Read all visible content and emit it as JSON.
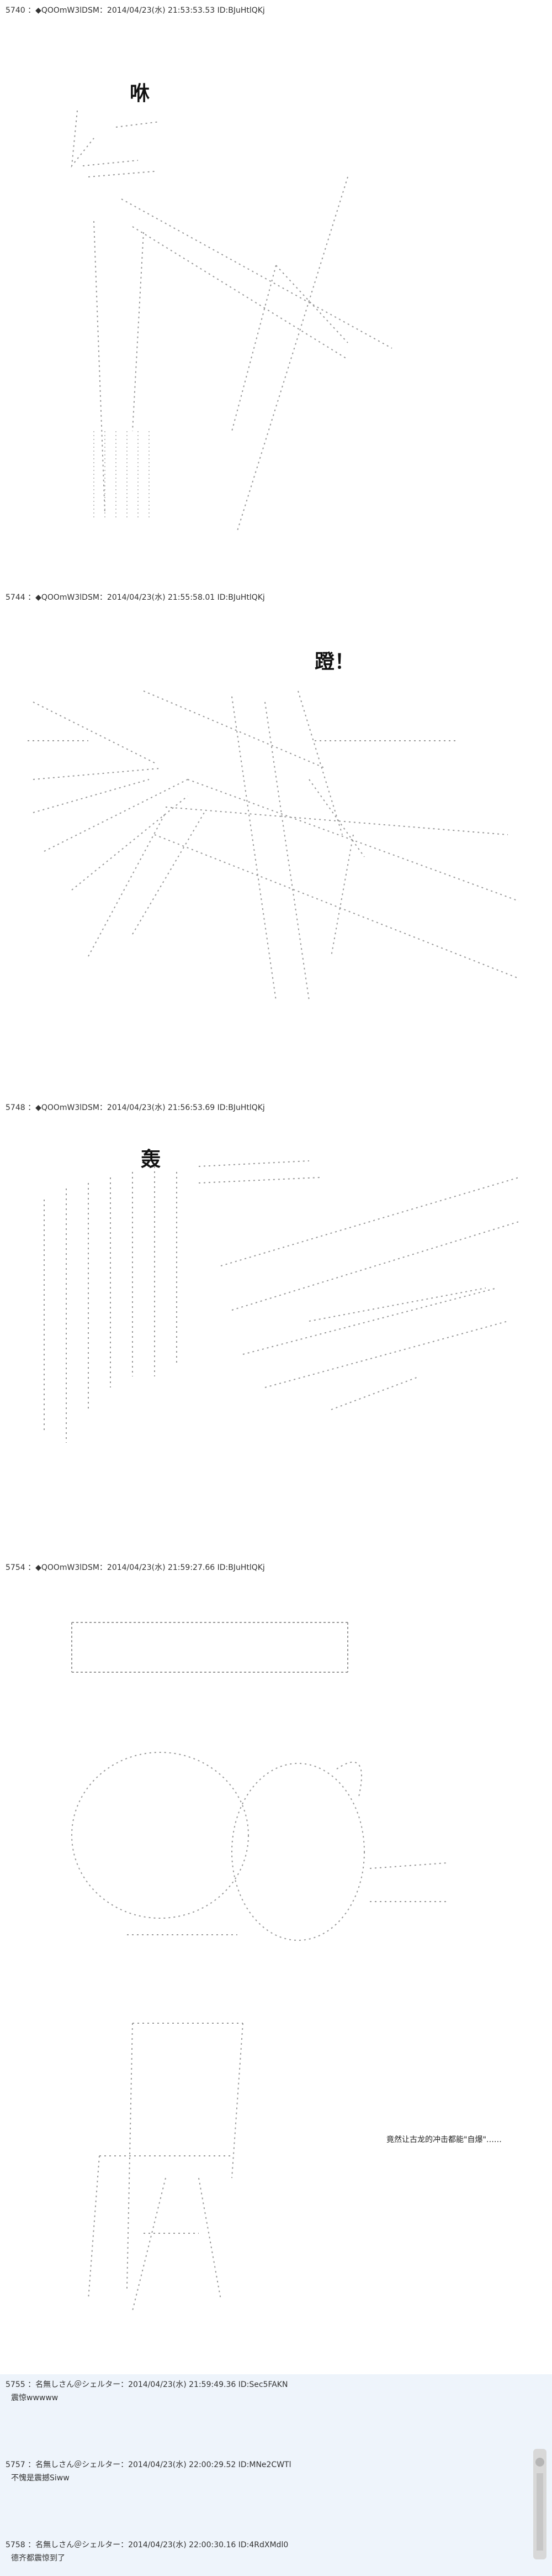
{
  "posts": [
    {
      "header": "5740 ：◆QOOmW3lDSM：2014/04/23(水) 21:53:53.53 ID:BJuHtlQKj",
      "sfx": "咻"
    },
    {
      "header": "5744 ：◆QOOmW3lDSM：2014/04/23(水) 21:55:58.01 ID:BJuHtlQKj",
      "sfx": "蹬！"
    },
    {
      "header": "5748 ：◆QOOmW3lDSM：2014/04/23(水) 21:56:53.69 ID:BJuHtlQKj",
      "sfx": "轰"
    },
    {
      "header": "5754 ：◆QOOmW3lDSM：2014/04/23(水) 21:59:27.66 ID:BJuHtlQKj",
      "caption": "竟然让古龙的冲击都能\"自爆\"……"
    }
  ],
  "replies": [
    {
      "header": "5755 ：名無しさん＠シェルター：2014/04/23(水) 21:59:49.36 ID:Sec5FAKN",
      "text": "震惊wwwww"
    },
    {
      "header": "5757 ：名無しさん＠シェルター：2014/04/23(水) 22:00:29.52 ID:MNe2CWTl",
      "text": "不愧是震撼Siww"
    },
    {
      "header": "5758 ：名無しさん＠シェルター：2014/04/23(水) 22:00:30.16 ID:4RdXMdl0",
      "text": "德齐都震惊到了"
    }
  ],
  "watermark": {
    "icon": "dmzj-watermark-icon"
  }
}
